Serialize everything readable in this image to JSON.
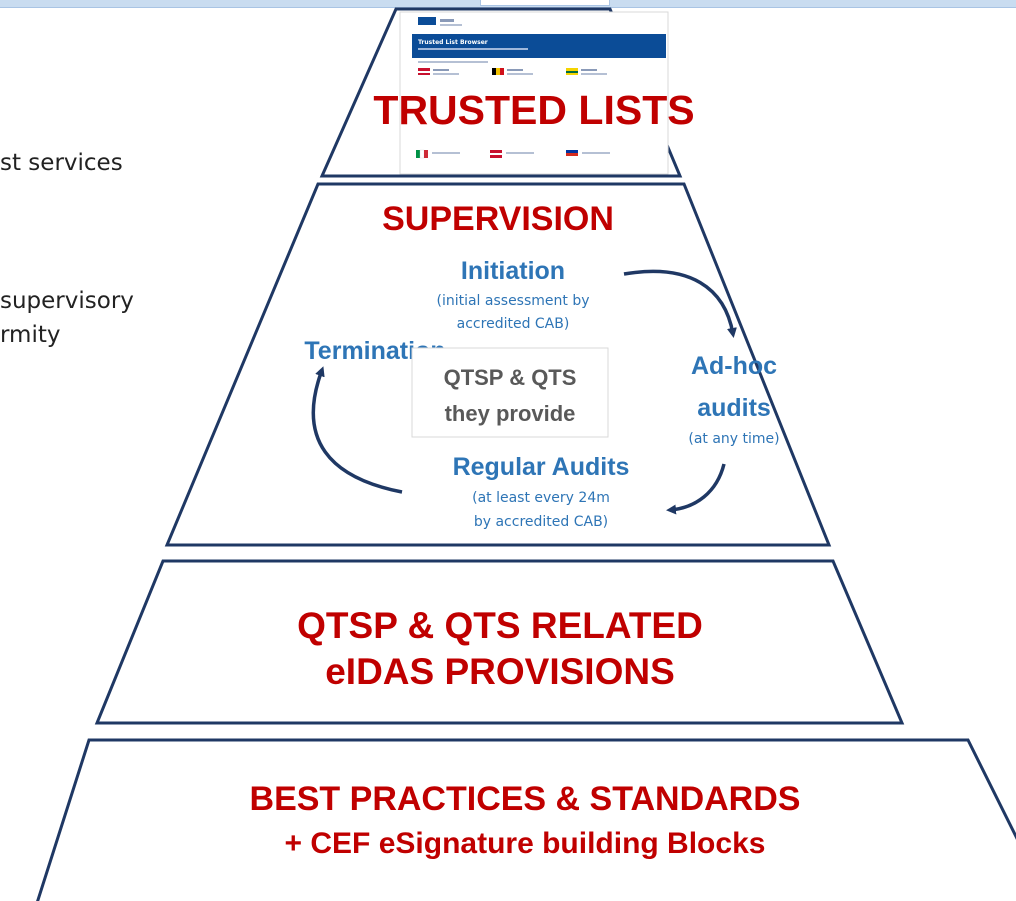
{
  "side_text": {
    "line1": "st services",
    "line2": "supervisory",
    "line3": "rmity"
  },
  "trusted_lists": {
    "title": "TRUSTED LISTS",
    "browser_title": "Trusted List Browser"
  },
  "supervision": {
    "title": "SUPERVISION",
    "initiation": {
      "label": "Initiation",
      "desc_line1": "(initial assessment by",
      "desc_line2": "accredited CAB)"
    },
    "adhoc": {
      "label_line1": "Ad-hoc",
      "label_line2": "audits",
      "desc": "(at any time)"
    },
    "regular": {
      "label": "Regular Audits",
      "desc_line1": "(at least every 24m",
      "desc_line2": "by accredited CAB)"
    },
    "termination": {
      "label": "Termination"
    },
    "center": {
      "line1": "QTSP & QTS",
      "line2": "they provide"
    }
  },
  "provisions": {
    "line1": "QTSP & QTS RELATED",
    "line2": "eIDAS PROVISIONS"
  },
  "standards": {
    "line1": "BEST PRACTICES & STANDARDS",
    "line2": "+ CEF eSignature building Blocks"
  },
  "colors": {
    "red": "#c00000",
    "blue": "#2e75b6",
    "navy": "#1f3864",
    "gray": "#595959",
    "browser_header": "#0b4c97"
  }
}
